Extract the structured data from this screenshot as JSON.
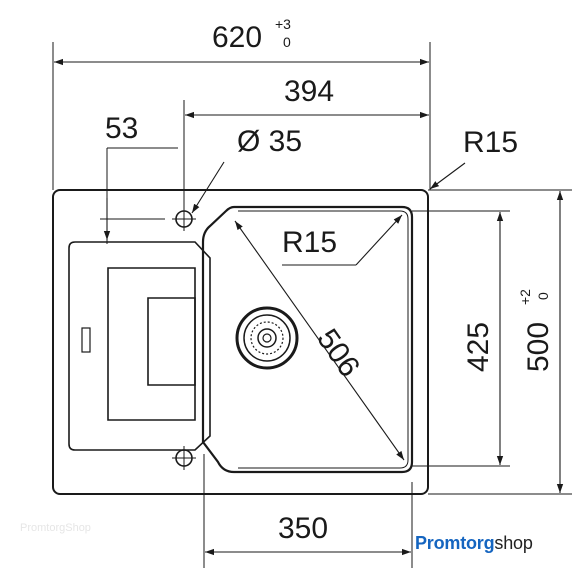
{
  "dimensions": {
    "overall_width": "620",
    "overall_width_tol_upper": "+3",
    "overall_width_tol_lower": "0",
    "bowl_width": "394",
    "tap_hole_offset": "53",
    "tap_hole_diameter": "Ø 35",
    "outer_radius": "R15",
    "bowl_radius": "R15",
    "bowl_diagonal": "506",
    "bowl_depth_side": "425",
    "overall_depth": "500",
    "overall_depth_tol_upper": "+2",
    "overall_depth_tol_lower": "0",
    "bowl_inner_width": "350"
  },
  "brand": {
    "part1": "Promtorg",
    "part2": "shop",
    "watermark": "PromtorgShop"
  },
  "colors": {
    "line": "#1a1a1a",
    "brand_blue": "#1565c0"
  }
}
